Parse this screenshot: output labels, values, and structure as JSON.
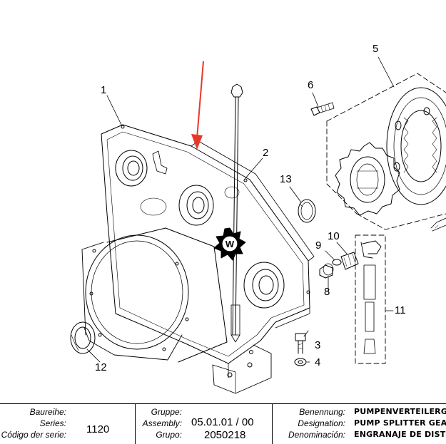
{
  "callouts": {
    "c1": "1",
    "c2": "2",
    "c3": "3",
    "c4": "4",
    "c5": "5",
    "c6": "6",
    "c7": "8",
    "c8": "9",
    "c9": "10",
    "c10": "11",
    "c11": "12",
    "c12": "13"
  },
  "title_block": {
    "baureihe_label": "Baureihe:",
    "series_label": "Series:",
    "codigo_label": "Código der serie:",
    "series_value": "1120",
    "gruppe_label": "Gruppe:",
    "assembly_label": "Assembly:",
    "grupo_label": "Grupo:",
    "assembly_value": "05.01.01 / 00",
    "grupo_value": "2050218",
    "benennung_label": "Benennung:",
    "designation_label": "Designation:",
    "denominacion_label": "Denominación:",
    "benennung_value": "PUMPENVERTEILERG",
    "designation_value": "PUMP SPLITTER GEA",
    "denominacion_value": "ENGRANAJE DE DIST"
  },
  "colors": {
    "arrow": "#e8382a",
    "line": "#000000"
  },
  "icons": {
    "center_badge": "wirtgen-logo-icon"
  }
}
